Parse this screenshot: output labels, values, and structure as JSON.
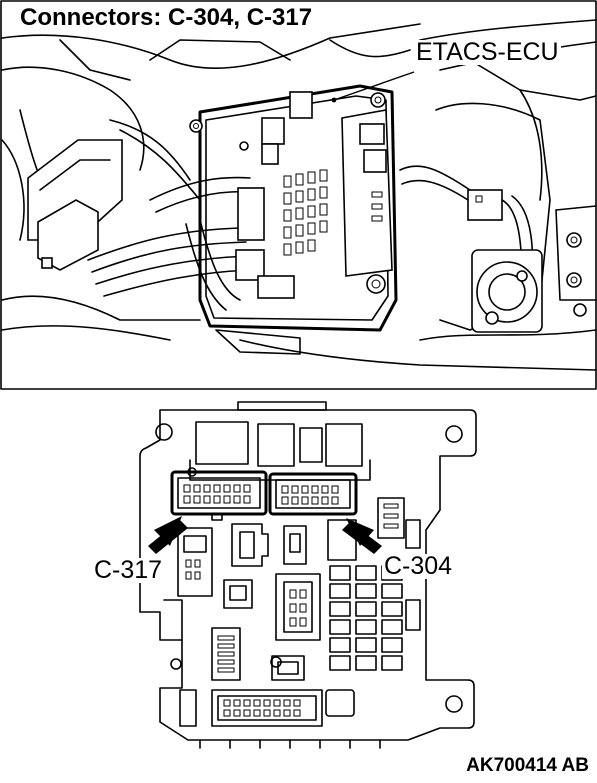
{
  "title": "Connectors: C-304, C-317",
  "labels": {
    "ecu": "ETACS-ECU",
    "c317": "C-317",
    "c304": "C-304"
  },
  "figure_code": "AK700414 AB"
}
